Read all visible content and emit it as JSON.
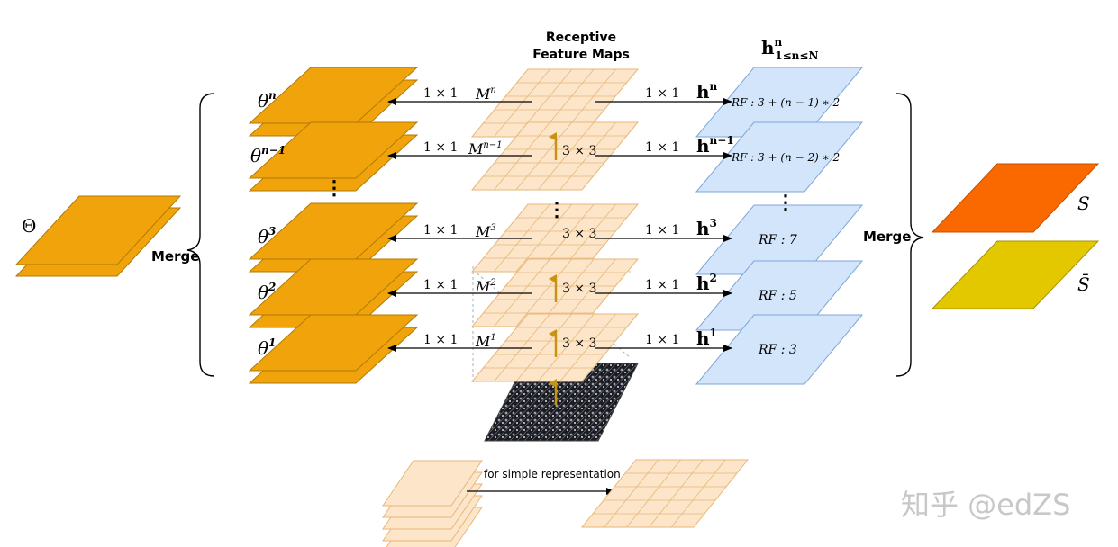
{
  "header": {
    "receptive_line1": "Receptive",
    "receptive_line2": "Feature Maps",
    "h_label": "h",
    "h_sup": "n",
    "h_sub": "1≤n≤N"
  },
  "merge_left": "Merge",
  "merge_right": "Merge",
  "theta_big": "Θ",
  "theta": [
    {
      "base": "θ",
      "sup": "n"
    },
    {
      "base": "θ",
      "sup": "n−1"
    },
    {
      "base": "θ",
      "sup": "3"
    },
    {
      "base": "θ",
      "sup": "2"
    },
    {
      "base": "θ",
      "sup": "1"
    }
  ],
  "conv_1x1": "1 × 1",
  "conv_3x3": "3 × 3",
  "maps": [
    {
      "base": "M",
      "sup": "n"
    },
    {
      "base": "M",
      "sup": "n−1"
    },
    {
      "base": "M",
      "sup": "3"
    },
    {
      "base": "M",
      "sup": "2"
    },
    {
      "base": "M",
      "sup": "1"
    }
  ],
  "h_rows": [
    {
      "base": "h",
      "sup": "n"
    },
    {
      "base": "h",
      "sup": "n−1"
    },
    {
      "base": "h",
      "sup": "3"
    },
    {
      "base": "h",
      "sup": "2"
    },
    {
      "base": "h",
      "sup": "1"
    }
  ],
  "rf": [
    "RF :  3 + (n − 1) ∗ 2",
    "RF :  3 + (n − 2) ∗ 2",
    "RF :  7",
    "RF :  5",
    "RF :  3"
  ],
  "out_s": "S",
  "out_sbar": "S̄",
  "legend_text": "for simple representation",
  "watermark": "知乎 @edZS",
  "colors": {
    "orange": "#f0a30a",
    "orange_stroke": "#b07a06",
    "peach": "#fde5c9",
    "peach_stroke": "#e6b77a",
    "blue": "#d3e5fa",
    "blue_stroke": "#7ea6d8",
    "red_orange": "#fa6800",
    "yellow": "#e3c800",
    "up_arrow": "#c99312"
  }
}
